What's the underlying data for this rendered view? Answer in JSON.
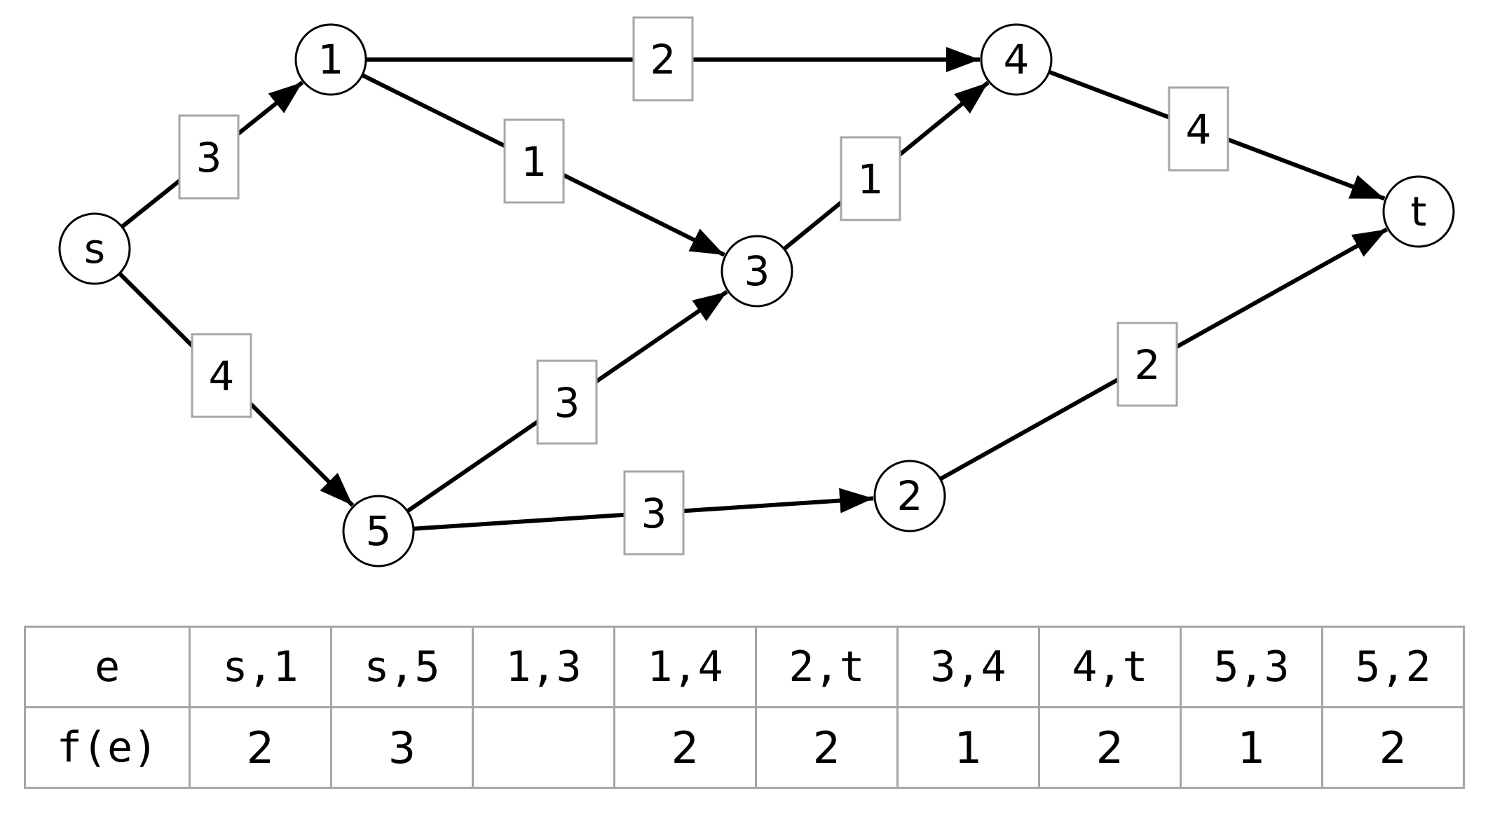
{
  "graph": {
    "nodes": [
      {
        "id": "s",
        "label": "s"
      },
      {
        "id": "n1",
        "label": "1"
      },
      {
        "id": "n4",
        "label": "4"
      },
      {
        "id": "n3",
        "label": "3"
      },
      {
        "id": "t",
        "label": "t"
      },
      {
        "id": "n5",
        "label": "5"
      },
      {
        "id": "n2",
        "label": "2"
      }
    ],
    "edges": [
      {
        "id": "e-s-1",
        "from": "s",
        "to": "n1",
        "capacity": "3"
      },
      {
        "id": "e-s-5",
        "from": "s",
        "to": "n5",
        "capacity": "4"
      },
      {
        "id": "e-1-4",
        "from": "n1",
        "to": "n4",
        "capacity": "2"
      },
      {
        "id": "e-1-3",
        "from": "n1",
        "to": "n3",
        "capacity": "1"
      },
      {
        "id": "e-3-4",
        "from": "n3",
        "to": "n4",
        "capacity": "1"
      },
      {
        "id": "e-4-t",
        "from": "n4",
        "to": "t",
        "capacity": "4"
      },
      {
        "id": "e-5-3",
        "from": "n5",
        "to": "n3",
        "capacity": "3"
      },
      {
        "id": "e-5-2",
        "from": "n5",
        "to": "n2",
        "capacity": "3"
      },
      {
        "id": "e-2-t",
        "from": "n2",
        "to": "t",
        "capacity": "2"
      }
    ]
  },
  "table": {
    "row1_header": "e",
    "row2_header": "f(e)",
    "columns": [
      {
        "edge": "s,1",
        "flow": "2"
      },
      {
        "edge": "s,5",
        "flow": "3"
      },
      {
        "edge": "1,3",
        "flow": ""
      },
      {
        "edge": "1,4",
        "flow": "2"
      },
      {
        "edge": "2,t",
        "flow": "2"
      },
      {
        "edge": "3,4",
        "flow": "1"
      },
      {
        "edge": "4,t",
        "flow": "2"
      },
      {
        "edge": "5,3",
        "flow": "1"
      },
      {
        "edge": "5,2",
        "flow": "2"
      }
    ]
  }
}
